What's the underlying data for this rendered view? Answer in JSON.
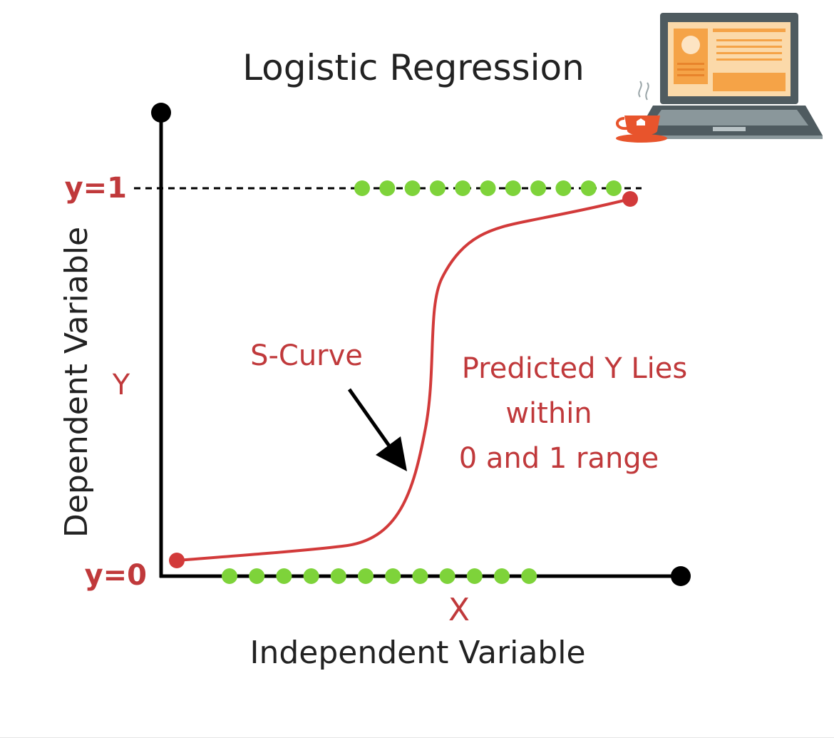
{
  "title": "Logistic Regression",
  "y_axis": {
    "title": "Dependent Variable",
    "symbol": "Y",
    "top_label": "y=1",
    "bottom_label": "y=0"
  },
  "x_axis": {
    "symbol": "X",
    "title": "Independent Variable"
  },
  "curve_label": "S-Curve",
  "annotation": {
    "line1": "Predicted Y Lies",
    "line2": "within",
    "line3": "0 and 1 range"
  },
  "points": {
    "top_count": 11,
    "bottom_count": 12
  },
  "colors": {
    "curve": "#d23a3a",
    "label_red": "#c0393b",
    "points": "#7ed33a",
    "axis": "#000000",
    "title": "#222222",
    "laptop_accent": "#f5a347",
    "laptop_body": "#4f5b60"
  },
  "icons": {
    "laptop": "laptop-icon",
    "cup": "coffee-cup-icon"
  }
}
